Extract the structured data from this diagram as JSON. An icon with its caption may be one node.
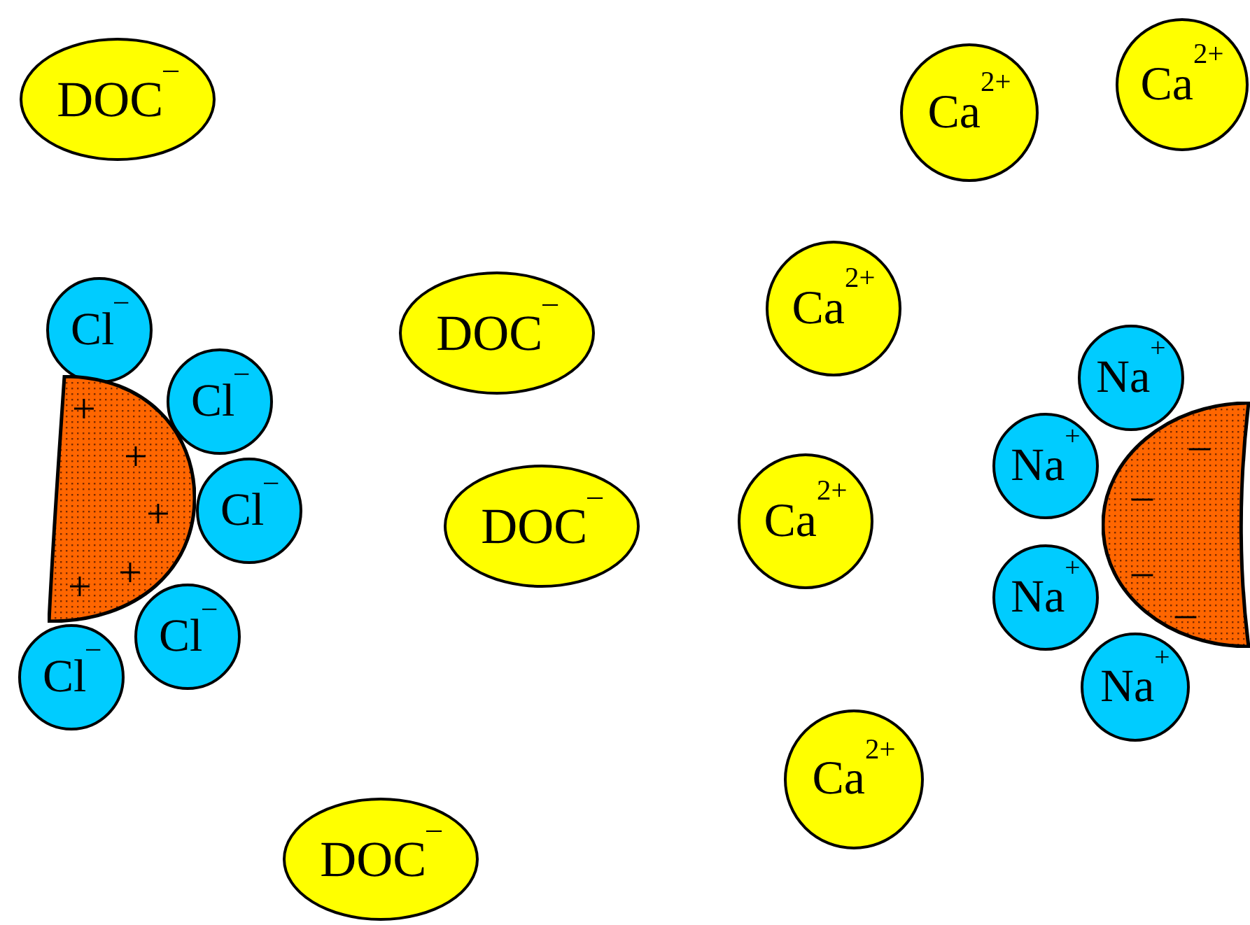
{
  "diagram": {
    "nodes": [
      {
        "text": [
          "DOC$^{–}$"
        ]
      },
      {
        "text": [
          "Ca$^{2+}$"
        ]
      },
      {
        "text": [
          "Ca$^{2+}$"
        ]
      },
      {
        "text": [
          "Cl$^{–}$"
        ]
      },
      {
        "text": [
          "DOC$^{–}$"
        ]
      },
      {
        "text": [
          "Ca$^{2+}$"
        ]
      },
      {
        "text": [
          "+",
          "+",
          "+",
          "+",
          "+"
        ]
      },
      {
        "text": [
          "Cl$^{–}$"
        ]
      },
      {
        "text": [
          "Cl$^{–}$"
        ]
      },
      {
        "text": [
          "DOC$^{–}$"
        ]
      },
      {
        "text": [
          "Ca$^{2+}$"
        ]
      },
      {
        "text": [
          "Na$^{+}$"
        ]
      },
      {
        "text": [
          "–",
          "–",
          "–",
          "–"
        ]
      },
      {
        "text": [
          "Na$^{+}$"
        ]
      },
      {
        "text": [
          "Cl$^{–}$"
        ]
      },
      {
        "text": [
          "Na$^{+}$"
        ]
      },
      {
        "text": [
          "Cl$^{–}$"
        ]
      },
      {
        "text": [
          "Na$^{+}$"
        ]
      },
      {
        "text": [
          "Ca$^{2+}$"
        ]
      },
      {
        "text": [
          "DOC$^{–}$"
        ]
      }
    ]
  }
}
